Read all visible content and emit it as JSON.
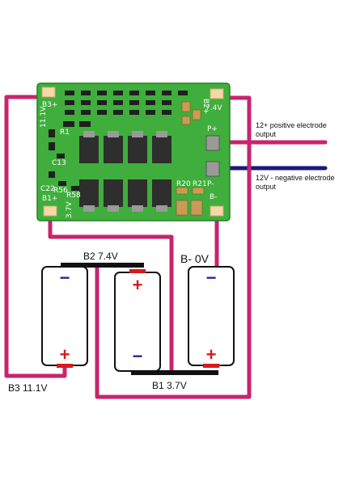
{
  "pcb": {
    "top_left_pad": "B3+",
    "top_right_pad": "B2+",
    "p_plus": "P+",
    "p_minus": "P-",
    "b1_plus": "B1+",
    "b_minus": "B-",
    "v111": "11.1V",
    "v74": "7.4V",
    "v37": "3.7V",
    "ref_r1": "R1",
    "ref_r20": "R20",
    "ref_r21": "R21",
    "ref_c13": "C13",
    "ref_c22": "C22",
    "ref_r56": "R56",
    "ref_r58": "R58"
  },
  "annotations": {
    "positive_line1": "12+ positive electrode",
    "positive_line2": "output",
    "negative_line1": "12V - negative electrode",
    "negative_line2": "output"
  },
  "labels": {
    "b2": "B2 7.4V",
    "b_minus": "B- 0V",
    "b1": "B1 3.7V",
    "b3": "B3 11.1V"
  },
  "batteries": {
    "plus_sign": "+",
    "minus_sign": "−"
  },
  "colors": {
    "wire": "#c8246e",
    "pcb": "#3fae3c",
    "pcb_dark": "#2a7d2a",
    "pad": "#f4d8a8",
    "mosfet": "#2e2e2e",
    "negative_output_wire": "#1b1a7a",
    "battery_terminal_plus": "#d71a1a",
    "battery_terminal_minus": "#1e2d8c"
  }
}
